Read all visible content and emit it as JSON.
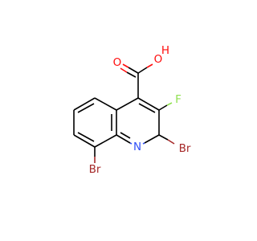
{
  "molecule": {
    "atoms": {
      "O_carbonyl": {
        "symbol": "O",
        "color": "#ff0d0d"
      },
      "OH": {
        "symbol": "O",
        "color": "#ff0d0d"
      },
      "H": {
        "symbol": "H",
        "color": "#ff0d0d"
      },
      "F": {
        "symbol": "F",
        "color": "#90e050"
      },
      "N": {
        "symbol": "N",
        "color": "#3050f8"
      },
      "Br2": {
        "symbol": "Br",
        "color": "#a62929"
      },
      "Br8": {
        "symbol": "Br",
        "color": "#a62929"
      }
    },
    "colors": {
      "carbon_bond": "#000000",
      "oxygen": "#ff0d0d",
      "nitrogen": "#3050f8",
      "fluorine": "#90e050",
      "bromine": "#a62929"
    }
  }
}
